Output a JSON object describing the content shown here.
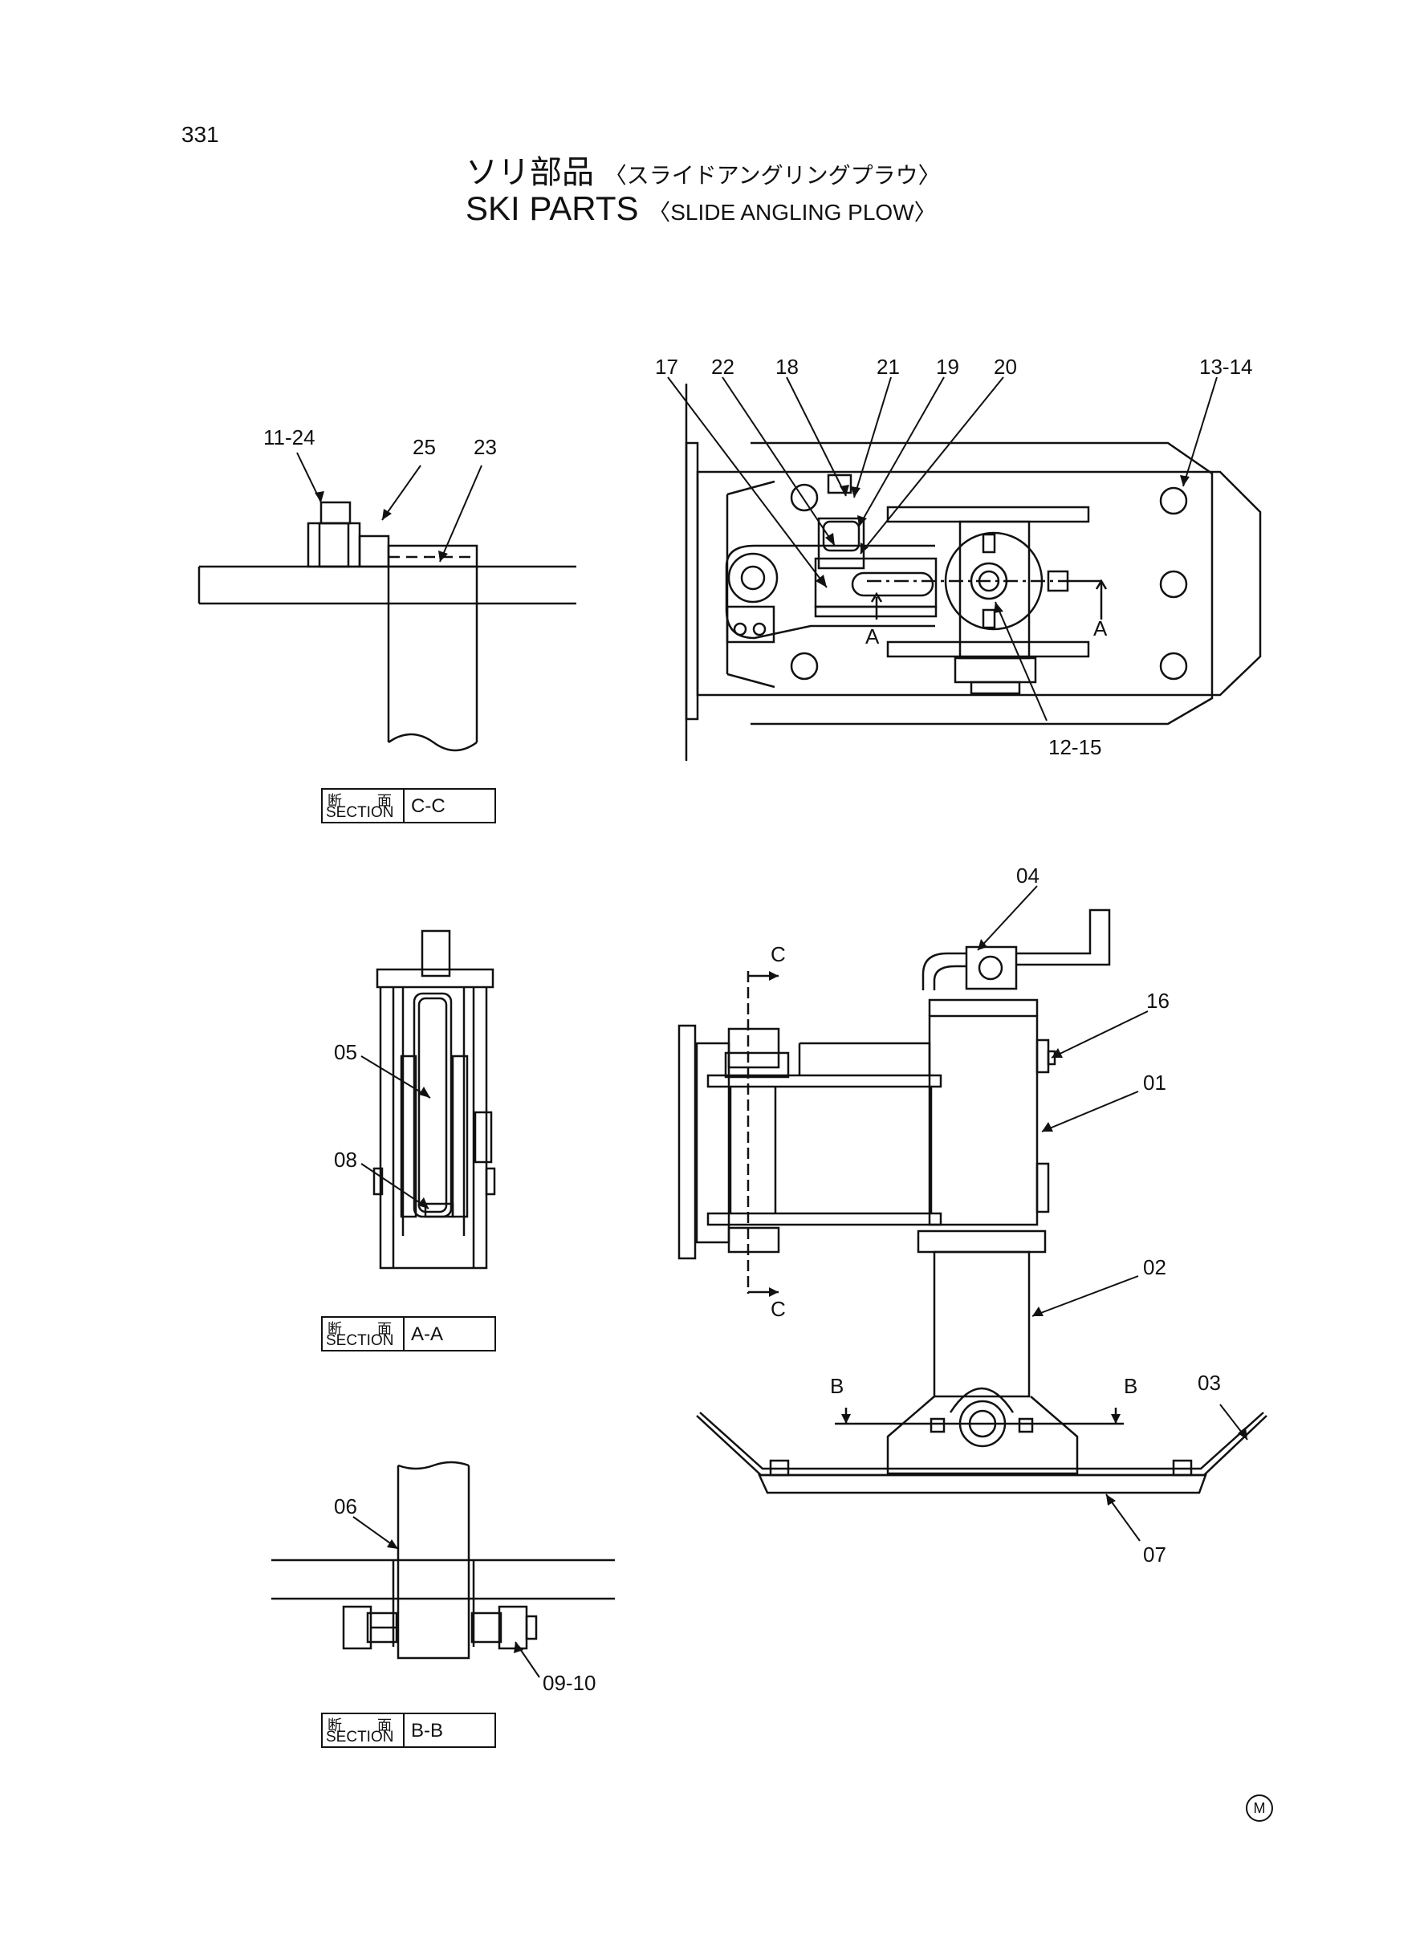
{
  "page": {
    "number": "331"
  },
  "title": {
    "jp_main": "ソリ部品",
    "jp_sub": "〈スライドアングリングプラウ〉",
    "en_main": "SKI PARTS",
    "en_sub": "〈SLIDE ANGLING PLOW〉"
  },
  "callouts": {
    "c_17": "17",
    "c_22": "22",
    "c_18": "18",
    "c_21": "21",
    "c_19": "19",
    "c_20": "20",
    "c_13_14": "13-14",
    "c_12_15": "12-15",
    "c_11_24": "11-24",
    "c_25": "25",
    "c_23": "23",
    "c_04": "04",
    "c_16": "16",
    "c_01": "01",
    "c_02": "02",
    "c_03": "03",
    "c_07": "07",
    "c_05": "05",
    "c_08": "08",
    "c_06": "06",
    "c_09_10": "09-10"
  },
  "section_marks": {
    "a": "A",
    "b": "B",
    "c": "C"
  },
  "sections": [
    {
      "jp_left": "断",
      "jp_right": "面",
      "en": "SECTION",
      "tag": "C-C"
    },
    {
      "jp_left": "断",
      "jp_right": "面",
      "en": "SECTION",
      "tag": "A-A"
    },
    {
      "jp_left": "断",
      "jp_right": "面",
      "en": "SECTION",
      "tag": "B-B"
    }
  ],
  "manufacturer_mark": "M"
}
